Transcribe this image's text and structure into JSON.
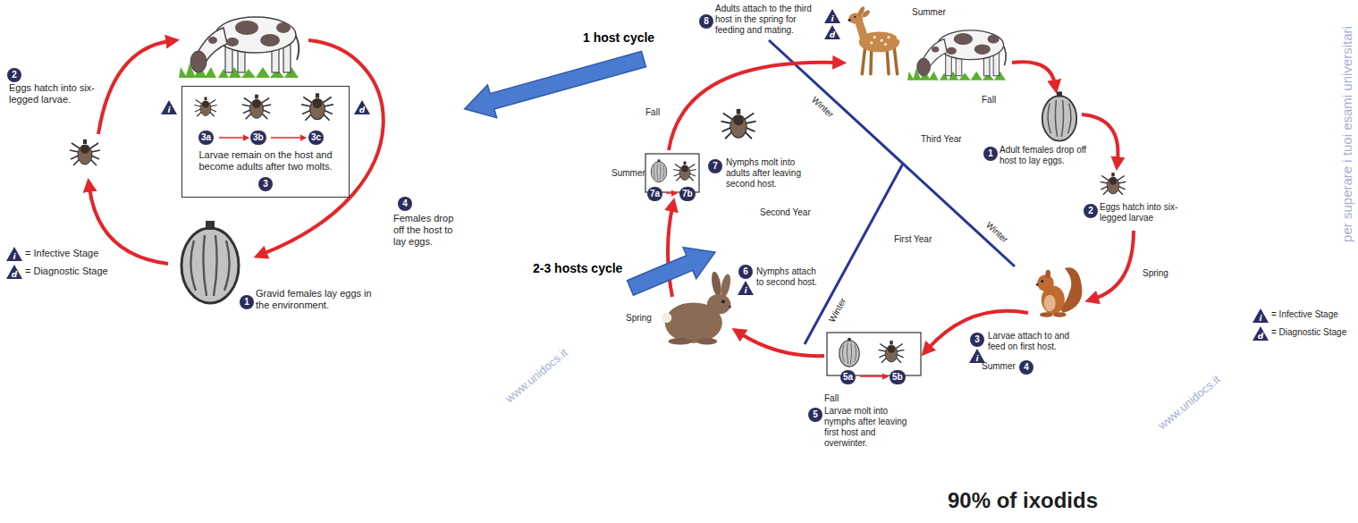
{
  "diagram": {
    "nodes": [
      {
        "text": [
          "Larvae remain on the host and become adults after two molts."
        ]
      }
    ],
    "labels": [
      "1 host cycle",
      "2-3 hosts cycle",
      "90% of ixodids",
      "i",
      "d",
      "3a",
      "3b",
      "3c",
      "3",
      "2",
      "Eggs hatch into six-legged larvae.",
      "4",
      "Females drop off the host to lay eggs.",
      "1",
      "Gravid females lay eggs in the environment.",
      "i",
      "d",
      "8",
      "Adults attach to the third host in the spring for feeding and mating.",
      "i",
      "d",
      "Summer",
      "Fall",
      "Fall",
      "1",
      "Adult females drop off host to lay eggs.",
      "2",
      "Eggs hatch into six-legged larvae",
      "Spring",
      "3",
      "i",
      "Larvae attach to and feed on first host.",
      "Summer",
      "4",
      "5a",
      "5b",
      "Fall",
      "5",
      "Larvae molt into nymphs after leaving first host and overwinter.",
      "Spring",
      "6",
      "i",
      "Nymphs attach to second host.",
      "Summer",
      "7",
      "Nymphs molt into adults after leaving second host.",
      "7a",
      "7b",
      "Winter",
      "Winter",
      "Winter",
      "Third Year",
      "Second Year",
      "First Year",
      "i",
      "d",
      "www.unidocs.it",
      "www.unidocs.it",
      "per superare i tuoi esami universitari"
    ],
    "legend": [
      {
        "text": "= Infective Stage"
      },
      {
        "text": "= Diagnostic Stage"
      },
      {
        "text": "= Infective Stage"
      },
      {
        "text": "= Diagnostic Stage"
      }
    ]
  }
}
